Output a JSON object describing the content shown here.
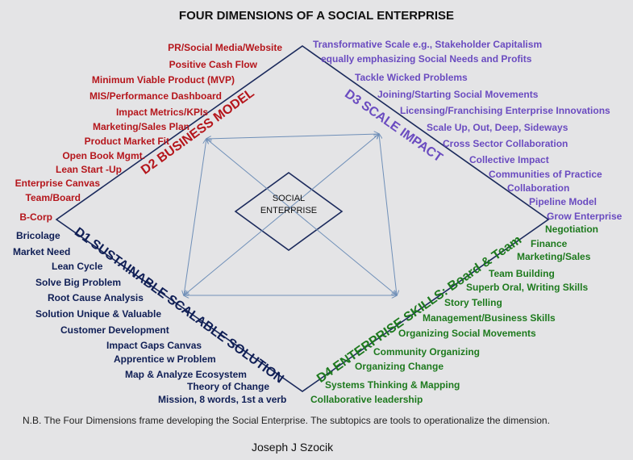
{
  "title": "FOUR DIMENSIONS OF A SOCIAL ENTERPRISE",
  "center": {
    "line1": "SOCIAL",
    "line2": "ENTERPRISE"
  },
  "dimensions": {
    "d1": "D1 SUSTAINABLE SCALABLE SOLUTION",
    "d2": "D2 BUSINESS MODEL",
    "d3": "D3 SCALE IMPACT",
    "d4": "D4 ENTERPRISE SKILLS: Board & Team"
  },
  "business_model": [
    "PR/Social Media/Website",
    "Positive Cash Flow",
    "Minimum Viable Product (MVP)",
    "MIS/Performance Dashboard",
    "Impact Metrics/KPIs",
    "Marketing/Sales Plan",
    "Product Market Fit",
    "Open Book Mgmt.",
    "Lean Start -Up",
    "Enterprise Canvas",
    "Team/Board",
    "B-Corp"
  ],
  "scale_impact": [
    "Transformative Scale e.g., Stakeholder Capitalism",
    "equally emphasizing Social Needs and Profits",
    "Tackle Wicked Problems",
    "Joining/Starting Social Movements",
    "Licensing/Franchising Enterprise Innovations",
    "Scale Up, Out, Deep, Sideways",
    "Cross Sector Collaboration",
    "Collective Impact",
    "Communities of Practice",
    "Collaboration",
    "Pipeline Model",
    "Grow Enterprise"
  ],
  "solution": [
    "Bricolage",
    "Market Need",
    "Lean Cycle",
    "Solve Big Problem",
    "Root Cause Analysis",
    "Solution Unique & Valuable",
    "Customer Development",
    "Impact Gaps Canvas",
    "Apprentice w Problem",
    "Map & Analyze Ecosystem",
    "Theory of Change",
    "Mission, 8 words, 1st a verb"
  ],
  "skills": [
    "Negotiation",
    "Finance",
    "Marketing/Sales",
    "Team Building",
    "Superb Oral, Writing Skills",
    "Story Telling",
    "Management/Business Skills",
    "Organizing Social Movements",
    "Community Organizing",
    "Organizing Change",
    "Systems Thinking & Mapping",
    "Collaborative leadership"
  ],
  "note": "N.B. The Four Dimensions frame developing the Social Enterprise. The subtopics are tools  to operationalize the dimension.",
  "author": "Joseph J Szocik"
}
